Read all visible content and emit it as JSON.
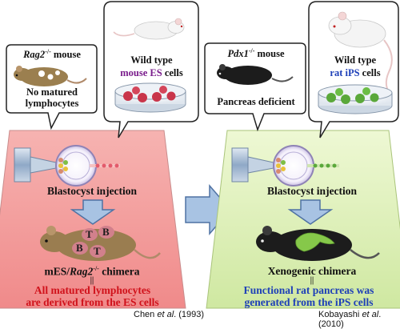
{
  "left_panel": {
    "bubble_small": {
      "gene": "Rag2",
      "gene_sup": "-/-",
      "mouse_word": " mouse",
      "line2": "No matured",
      "line3": "lymphocytes"
    },
    "bubble_large": {
      "line1": "Wild type",
      "line2": "mouse ES",
      "line2_suffix": " cells"
    },
    "injection": "Blastocyst injection",
    "t_label": "T",
    "b_label": "B",
    "chimera_prefix": "mES/",
    "chimera_gene": "Rag2",
    "chimera_sup": "-/-",
    "chimera_suffix": " chimera",
    "equiv": "||",
    "result_line1": "All matured lymphocytes",
    "result_line2": "are derived from the ES cells",
    "citation_author": "Chen ",
    "citation_etal": "et al",
    "citation_year": ". (1993)"
  },
  "right_panel": {
    "bubble_small": {
      "gene": "Pdx1",
      "gene_sup": "-/-",
      "mouse_word": " mouse",
      "line2": "Pancreas deficient"
    },
    "bubble_large": {
      "line1": "Wild type",
      "line2": "rat iPS",
      "line2_suffix": " cells"
    },
    "injection": "Blastocyst injection",
    "chimera": "Xenogenic chimera",
    "equiv": "||",
    "result_line1": "Functional rat pancreas was",
    "result_line2": "generated from the iPS cells",
    "citation_author": "Kobayashi ",
    "citation_etal": "et al",
    "citation_year": ". (2010)"
  },
  "colors": {
    "red_panel": "#f4a3a3",
    "green_panel": "#dcefb4",
    "arrow_blue": "#a8c3e3",
    "red_text": "#d0121b",
    "blue_text": "#1d3fb8"
  }
}
